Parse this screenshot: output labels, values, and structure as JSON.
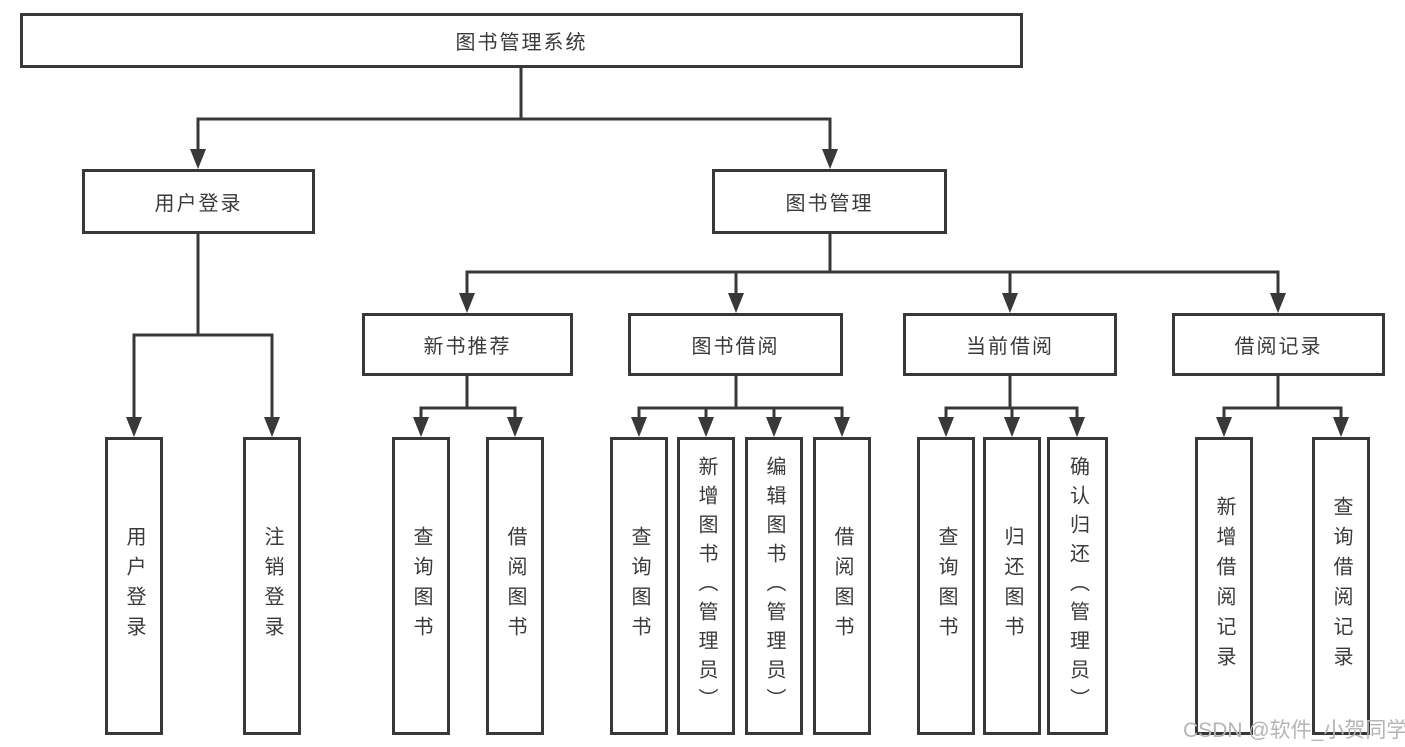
{
  "colors": {
    "line": "#383838",
    "text": "#3a3a3a",
    "background": "#ffffff",
    "watermark": "#b5b5b5"
  },
  "nodes": {
    "root": "图书管理系统",
    "user_login": "用户登录",
    "book_mgmt": "图书管理",
    "new_book_rec": "新书推荐",
    "book_borrow": "图书借阅",
    "current_borrow": "当前借阅",
    "borrow_records": "借阅记录",
    "leaf_user_login": "用户登录",
    "leaf_logout": "注销登录",
    "rec_query": "查询图书",
    "rec_borrow": "借阅图书",
    "bb_query": "查询图书",
    "bb_add": "新增图书（管理员）",
    "bb_edit": "编辑图书（管理员）",
    "bb_borrow": "借阅图书",
    "cb_query": "查询图书",
    "cb_return": "归还图书",
    "cb_confirm": "确认归还（管理员）",
    "br_add": "新增借阅记录",
    "br_query": "查询借阅记录"
  },
  "watermark": {
    "text": "CSDN @软件_小贺同学"
  }
}
